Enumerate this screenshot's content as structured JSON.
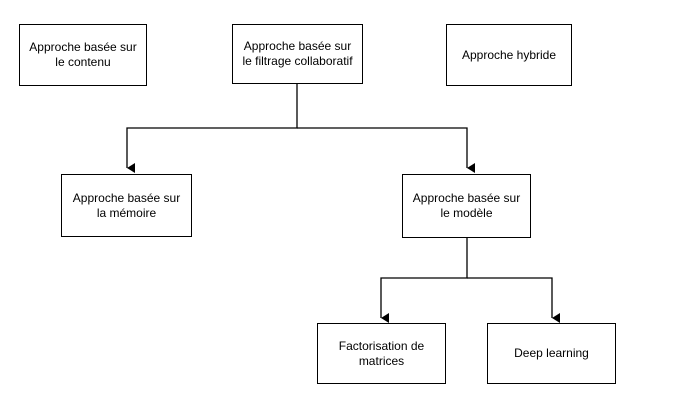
{
  "diagram": {
    "colors": {
      "stroke": "#000000",
      "fill": "#ffffff",
      "text": "#000000"
    },
    "nodes": {
      "content_based": {
        "lines": [
          "Approche basée sur",
          "le contenu"
        ]
      },
      "collaborative": {
        "lines": [
          "Approche basée sur",
          "le filtrage collaboratif"
        ]
      },
      "hybrid": {
        "lines": [
          "Approche hybride"
        ]
      },
      "memory_based": {
        "lines": [
          "Approche basée sur",
          "la mémoire"
        ]
      },
      "model_based": {
        "lines": [
          "Approche basée sur",
          "le modèle"
        ]
      },
      "matrix_factorization": {
        "lines": [
          "Factorisation de",
          "matrices"
        ]
      },
      "deep_learning": {
        "lines": [
          "Deep learning"
        ]
      }
    },
    "edges": [
      {
        "from": "collaborative",
        "to": "memory_based"
      },
      {
        "from": "collaborative",
        "to": "model_based"
      },
      {
        "from": "model_based",
        "to": "matrix_factorization"
      },
      {
        "from": "model_based",
        "to": "deep_learning"
      }
    ]
  }
}
